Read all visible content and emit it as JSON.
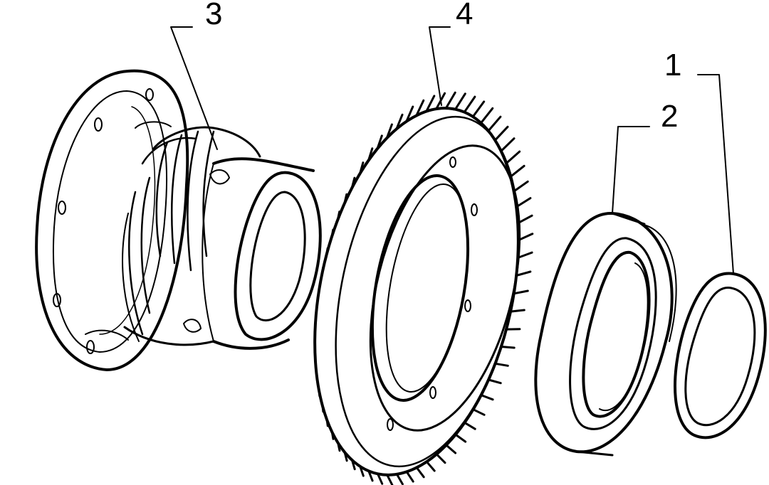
{
  "diagram": {
    "callouts": [
      {
        "id": "callout-1",
        "label": "1",
        "part": "ring"
      },
      {
        "id": "callout-2",
        "label": "2",
        "part": "bearing"
      },
      {
        "id": "callout-3",
        "label": "3",
        "part": "differential-housing"
      },
      {
        "id": "callout-4",
        "label": "4",
        "part": "ring-gear"
      }
    ]
  }
}
